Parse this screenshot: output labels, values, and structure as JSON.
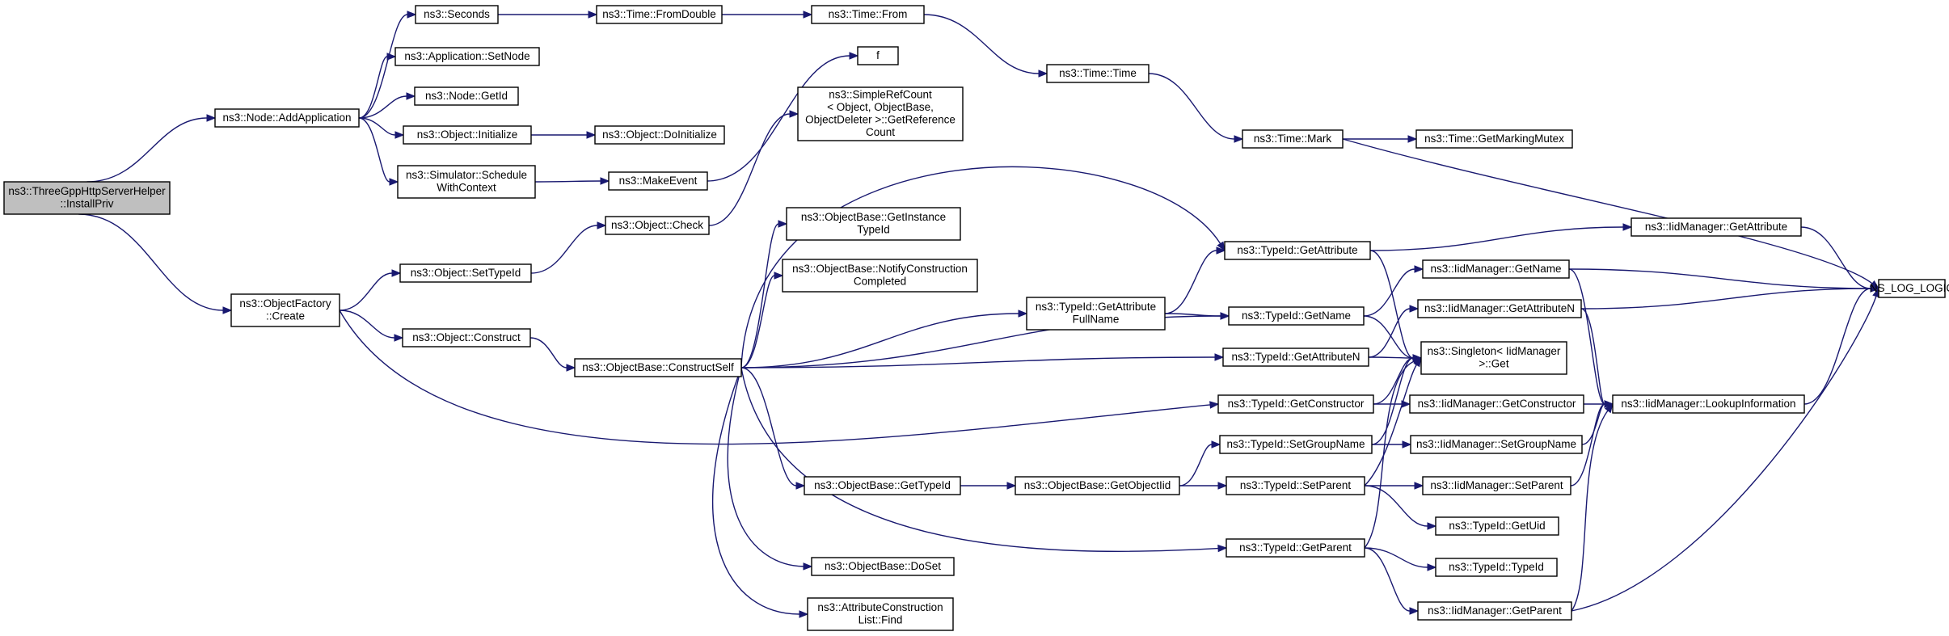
{
  "nodes": [
    {
      "id": "root",
      "lines": [
        "ns3::ThreeGppHttpServerHelper",
        "::InstallPriv"
      ]
    },
    {
      "id": "addapp",
      "lines": [
        "ns3::Node::AddApplication"
      ]
    },
    {
      "id": "of_create",
      "lines": [
        "ns3::ObjectFactory",
        "::Create"
      ]
    },
    {
      "id": "seconds",
      "lines": [
        "ns3::Seconds"
      ]
    },
    {
      "id": "setnode",
      "lines": [
        "ns3::Application::SetNode"
      ]
    },
    {
      "id": "nodegetid",
      "lines": [
        "ns3::Node::GetId"
      ]
    },
    {
      "id": "obj_init",
      "lines": [
        "ns3::Object::Initialize"
      ]
    },
    {
      "id": "sched",
      "lines": [
        "ns3::Simulator::Schedule",
        "WithContext"
      ]
    },
    {
      "id": "settypeid",
      "lines": [
        "ns3::Object::SetTypeId"
      ]
    },
    {
      "id": "obj_construct",
      "lines": [
        "ns3::Object::Construct"
      ]
    },
    {
      "id": "fromdouble",
      "lines": [
        "ns3::Time::FromDouble"
      ]
    },
    {
      "id": "doinit",
      "lines": [
        "ns3::Object::DoInitialize"
      ]
    },
    {
      "id": "makeevent",
      "lines": [
        "ns3::MakeEvent"
      ]
    },
    {
      "id": "check",
      "lines": [
        "ns3::Object::Check"
      ]
    },
    {
      "id": "constructself",
      "lines": [
        "ns3::ObjectBase::ConstructSelf"
      ]
    },
    {
      "id": "timefrom",
      "lines": [
        "ns3::Time::From"
      ]
    },
    {
      "id": "f",
      "lines": [
        "f"
      ]
    },
    {
      "id": "simplerefcount",
      "lines": [
        "ns3::SimpleRefCount",
        "< Object, ObjectBase,",
        "ObjectDeleter >::GetReference",
        "Count"
      ]
    },
    {
      "id": "getinstancetypeid",
      "lines": [
        "ns3::ObjectBase::GetInstance",
        "TypeId"
      ]
    },
    {
      "id": "notifyconstruction",
      "lines": [
        "ns3::ObjectBase::NotifyConstruction",
        "Completed"
      ]
    },
    {
      "id": "ob_gettypeid",
      "lines": [
        "ns3::ObjectBase::GetTypeId"
      ]
    },
    {
      "id": "doset",
      "lines": [
        "ns3::ObjectBase::DoSet"
      ]
    },
    {
      "id": "attrfind",
      "lines": [
        "ns3::AttributeConstruction",
        "List::Find"
      ]
    },
    {
      "id": "timetime",
      "lines": [
        "ns3::Time::Time"
      ]
    },
    {
      "id": "attrfullname",
      "lines": [
        "ns3::TypeId::GetAttribute",
        "FullName"
      ]
    },
    {
      "id": "getobjectiid",
      "lines": [
        "ns3::ObjectBase::GetObjectIid"
      ]
    },
    {
      "id": "timemark",
      "lines": [
        "ns3::Time::Mark"
      ]
    },
    {
      "id": "tid_getattribute",
      "lines": [
        "ns3::TypeId::GetAttribute"
      ]
    },
    {
      "id": "tid_getname",
      "lines": [
        "ns3::TypeId::GetName"
      ]
    },
    {
      "id": "tid_getattributen",
      "lines": [
        "ns3::TypeId::GetAttributeN"
      ]
    },
    {
      "id": "tid_getconstructor",
      "lines": [
        "ns3::TypeId::GetConstructor"
      ]
    },
    {
      "id": "tid_setgroupname",
      "lines": [
        "ns3::TypeId::SetGroupName"
      ]
    },
    {
      "id": "tid_setparent",
      "lines": [
        "ns3::TypeId::SetParent"
      ]
    },
    {
      "id": "tid_getparent",
      "lines": [
        "ns3::TypeId::GetParent"
      ]
    },
    {
      "id": "markingmutex",
      "lines": [
        "ns3::Time::GetMarkingMutex"
      ]
    },
    {
      "id": "iid_getattribute",
      "lines": [
        "ns3::IidManager::GetAttribute"
      ]
    },
    {
      "id": "iid_getname",
      "lines": [
        "ns3::IidManager::GetName"
      ]
    },
    {
      "id": "iid_getattributen",
      "lines": [
        "ns3::IidManager::GetAttributeN"
      ]
    },
    {
      "id": "singleton",
      "lines": [
        "ns3::Singleton< IidManager",
        ">::Get"
      ]
    },
    {
      "id": "iid_getconstructor",
      "lines": [
        "ns3::IidManager::GetConstructor"
      ]
    },
    {
      "id": "iid_setgroupname",
      "lines": [
        "ns3::IidManager::SetGroupName"
      ]
    },
    {
      "id": "iid_setparent",
      "lines": [
        "ns3::IidManager::SetParent"
      ]
    },
    {
      "id": "tid_getuid",
      "lines": [
        "ns3::TypeId::GetUid"
      ]
    },
    {
      "id": "tid_typeid",
      "lines": [
        "ns3::TypeId::TypeId"
      ]
    },
    {
      "id": "iid_getparent",
      "lines": [
        "ns3::IidManager::GetParent"
      ]
    },
    {
      "id": "lookupinfo",
      "lines": [
        "ns3::IidManager::LookupInformation"
      ]
    },
    {
      "id": "nslog",
      "lines": [
        "NS_LOG_LOGIC"
      ]
    }
  ],
  "edges": [
    [
      "root",
      "addapp"
    ],
    [
      "root",
      "of_create"
    ],
    [
      "addapp",
      "seconds"
    ],
    [
      "addapp",
      "setnode"
    ],
    [
      "addapp",
      "nodegetid"
    ],
    [
      "addapp",
      "obj_init"
    ],
    [
      "addapp",
      "sched"
    ],
    [
      "of_create",
      "settypeid"
    ],
    [
      "of_create",
      "obj_construct"
    ],
    [
      "of_create",
      "tid_getconstructor"
    ],
    [
      "seconds",
      "fromdouble"
    ],
    [
      "fromdouble",
      "timefrom"
    ],
    [
      "timefrom",
      "timetime"
    ],
    [
      "timetime",
      "timemark"
    ],
    [
      "timemark",
      "markingmutex"
    ],
    [
      "timemark",
      "nslog"
    ],
    [
      "obj_init",
      "doinit"
    ],
    [
      "sched",
      "makeevent"
    ],
    [
      "makeevent",
      "f"
    ],
    [
      "settypeid",
      "check"
    ],
    [
      "check",
      "simplerefcount"
    ],
    [
      "obj_construct",
      "constructself"
    ],
    [
      "constructself",
      "getinstancetypeid"
    ],
    [
      "constructself",
      "notifyconstruction"
    ],
    [
      "constructself",
      "tid_getattribute"
    ],
    [
      "constructself",
      "attrfullname"
    ],
    [
      "constructself",
      "tid_getname"
    ],
    [
      "constructself",
      "tid_getattributen"
    ],
    [
      "constructself",
      "ob_gettypeid"
    ],
    [
      "constructself",
      "tid_getparent"
    ],
    [
      "constructself",
      "doset"
    ],
    [
      "constructself",
      "attrfind"
    ],
    [
      "attrfullname",
      "tid_getattribute"
    ],
    [
      "attrfullname",
      "tid_getname"
    ],
    [
      "ob_gettypeid",
      "getobjectiid"
    ],
    [
      "getobjectiid",
      "tid_setgroupname"
    ],
    [
      "getobjectiid",
      "tid_setparent"
    ],
    [
      "tid_getattribute",
      "iid_getattribute"
    ],
    [
      "tid_getattribute",
      "singleton"
    ],
    [
      "tid_getname",
      "iid_getname"
    ],
    [
      "tid_getname",
      "singleton"
    ],
    [
      "tid_getattributen",
      "iid_getattributen"
    ],
    [
      "tid_getattributen",
      "singleton"
    ],
    [
      "tid_getconstructor",
      "iid_getconstructor"
    ],
    [
      "tid_getconstructor",
      "singleton"
    ],
    [
      "tid_setgroupname",
      "iid_setgroupname"
    ],
    [
      "tid_setgroupname",
      "singleton"
    ],
    [
      "tid_setparent",
      "iid_setparent"
    ],
    [
      "tid_setparent",
      "tid_getuid"
    ],
    [
      "tid_setparent",
      "singleton"
    ],
    [
      "tid_getparent",
      "tid_typeid"
    ],
    [
      "tid_getparent",
      "iid_getparent"
    ],
    [
      "tid_getparent",
      "singleton"
    ],
    [
      "iid_getattribute",
      "nslog"
    ],
    [
      "iid_getname",
      "nslog"
    ],
    [
      "iid_getname",
      "lookupinfo"
    ],
    [
      "iid_getattributen",
      "nslog"
    ],
    [
      "iid_getattributen",
      "lookupinfo"
    ],
    [
      "iid_getconstructor",
      "lookupinfo"
    ],
    [
      "iid_setgroupname",
      "lookupinfo"
    ],
    [
      "iid_setparent",
      "lookupinfo"
    ],
    [
      "iid_getparent",
      "nslog"
    ],
    [
      "iid_getparent",
      "lookupinfo"
    ],
    [
      "lookupinfo",
      "nslog"
    ]
  ]
}
